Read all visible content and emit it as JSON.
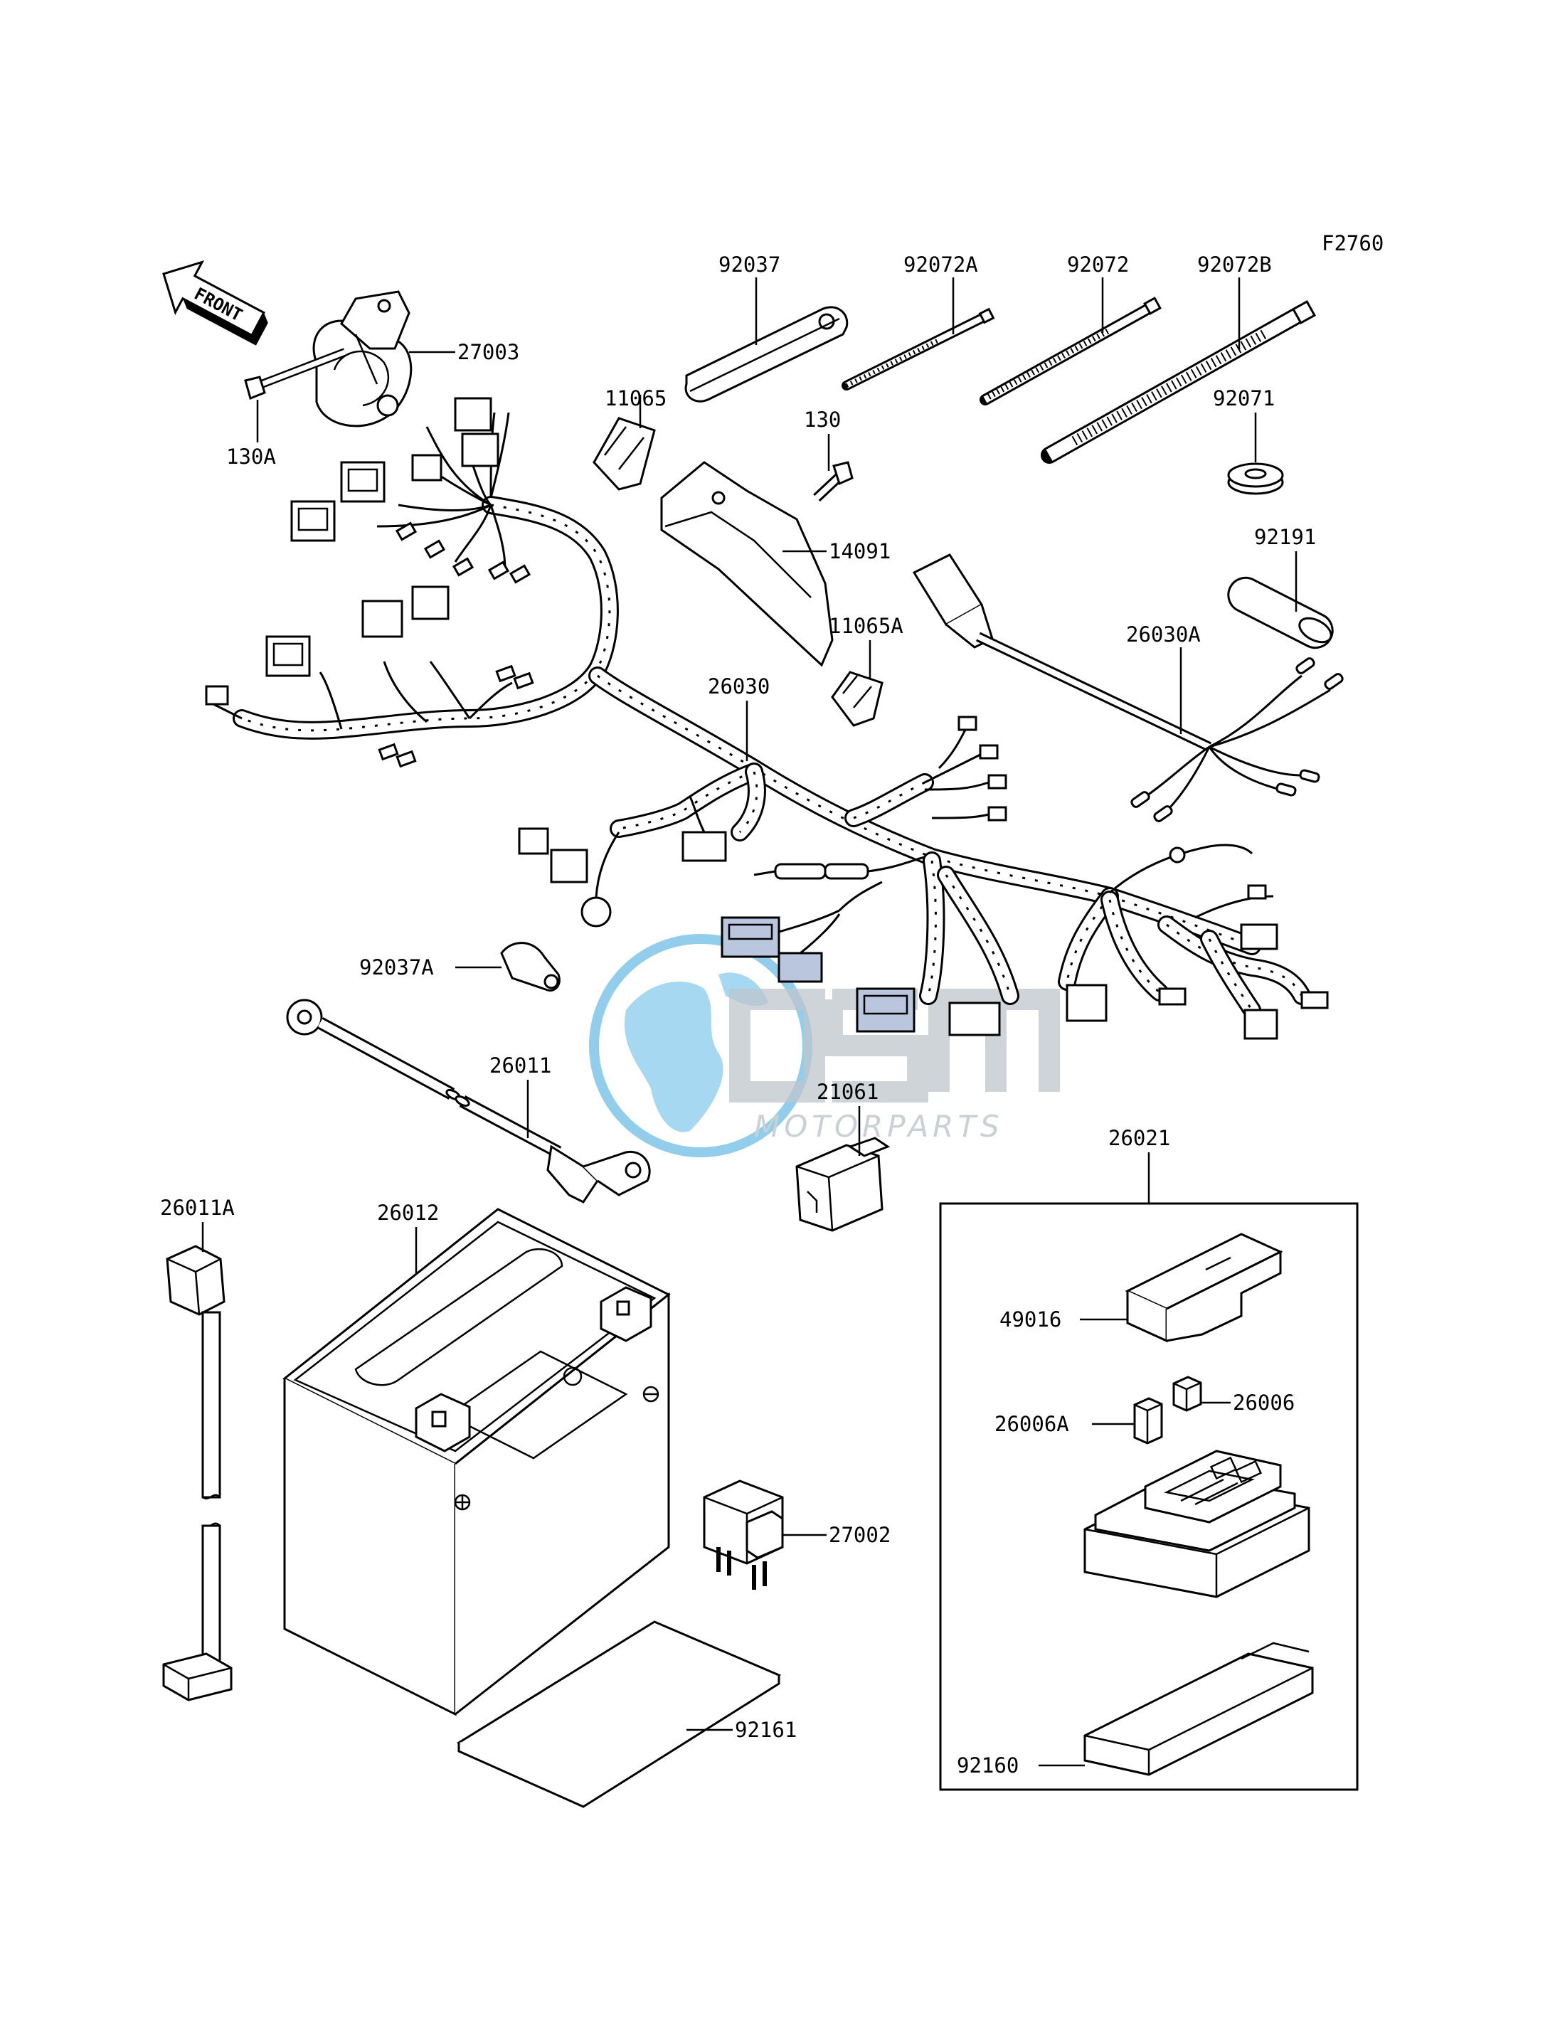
{
  "figure_code": "F2760",
  "front_label": "FRONT",
  "watermark": {
    "brand": "OSM",
    "sub": "MOTORPARTS",
    "globe_color": "#2fa0dc"
  },
  "callouts": {
    "p27003": "27003",
    "p130A": "130A",
    "p92037": "92037",
    "p92072A": "92072A",
    "p92072": "92072",
    "p92072B": "92072B",
    "p11065": "11065",
    "p130": "130",
    "p92071": "92071",
    "p14091": "14091",
    "p92191": "92191",
    "p11065A": "11065A",
    "p26030A": "26030A",
    "p26030": "26030",
    "p92037A": "92037A",
    "p26011": "26011",
    "p21061": "21061",
    "p26021": "26021",
    "p26011A": "26011A",
    "p26012": "26012",
    "p49016": "49016",
    "p26006": "26006",
    "p26006A": "26006A",
    "p27002": "27002",
    "p92161": "92161",
    "p92160": "92160"
  }
}
